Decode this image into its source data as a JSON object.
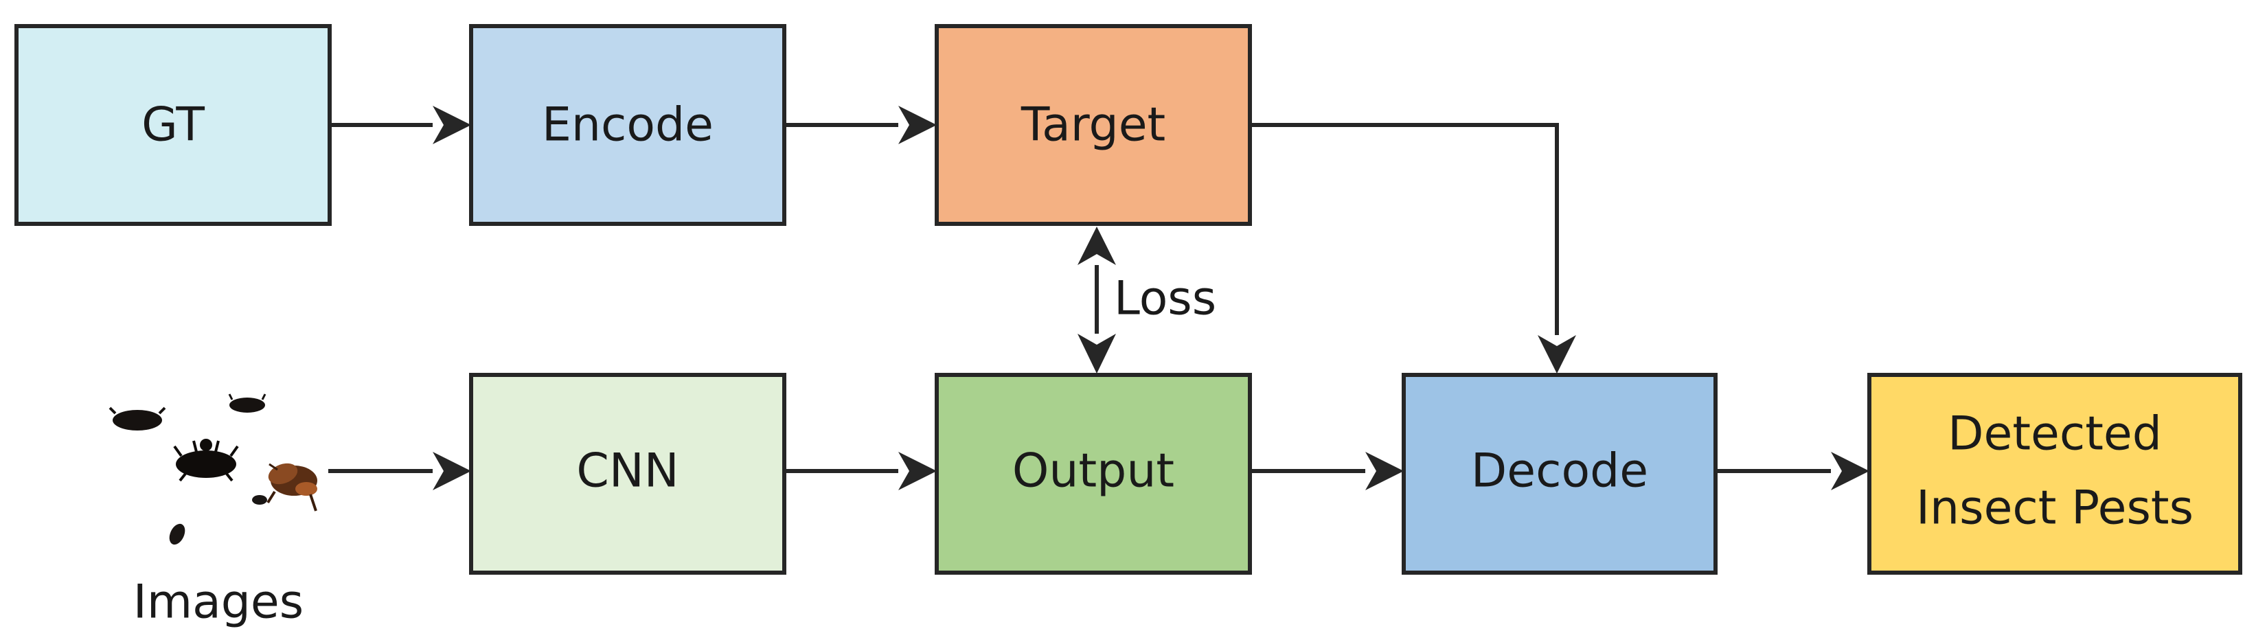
{
  "nodes": {
    "gt": {
      "label": "GT",
      "color": "#d3eef3"
    },
    "encode": {
      "label": "Encode",
      "color": "#bed8ee"
    },
    "target": {
      "label": "Target",
      "color": "#f4b183"
    },
    "cnn": {
      "label": "CNN",
      "color": "#e2f0d9"
    },
    "output": {
      "label": "Output",
      "color": "#a9d18e"
    },
    "decode": {
      "label": "Decode",
      "color": "#9dc3e6"
    },
    "detected": {
      "label_line1": "Detected",
      "label_line2": "Insect Pests",
      "color": "#ffd966"
    }
  },
  "images_label": "Images",
  "loss_label": "Loss",
  "line_color": "#262626",
  "edges": [
    "GT → Encode",
    "Encode → Target",
    "Target → Decode",
    "Target ↔ Output",
    "Images → CNN",
    "CNN → Output",
    "Output → Decode",
    "Decode → Detected Insect Pests"
  ]
}
